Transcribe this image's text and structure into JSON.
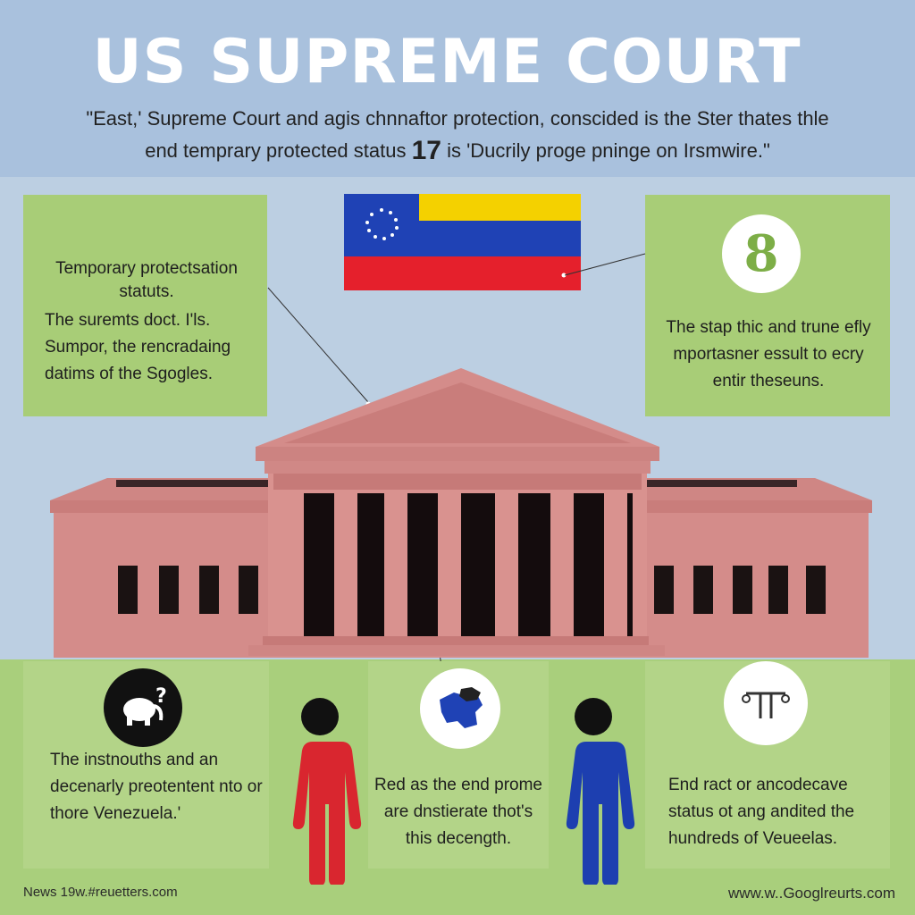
{
  "header": {
    "title": "US SUPREME COURT",
    "subtitle_line1": "\"East,' Supreme Court and agis chnnaftor protection, conscided is the Ster thates thle",
    "subtitle_line2_pre": "end temprary protected status",
    "subtitle_line2_num": "17",
    "subtitle_line2_post": "is 'Ducrily proge pninge  on Irsmwire.\""
  },
  "cards": {
    "top_left": {
      "heading": "Temporary protectsation statuts.",
      "body": "The suremts doct. I'ls. Sumpor, the rencradaing datims of the Sgogles."
    },
    "top_right": {
      "badge": "8",
      "body": "The stap thic and trune efly mportasner essult to ecry entir theseuns."
    },
    "bottom_left": {
      "body": "The instnouths and an decenarly preotentent nto or thore Venezuela.'"
    },
    "bottom_middle": {
      "body": "Red as the end prome are dnstierate thot's this decength."
    },
    "bottom_right": {
      "body": "End ract or ancodecave status ot ang andited the hundreds of Veueelas."
    }
  },
  "icons": {
    "elephant": "elephant-question-icon",
    "map": "venezuela-map-icon",
    "scale": "scale-icon",
    "person_red": "person-figure-red",
    "person_blue": "person-figure-blue",
    "flag": "venezuela-flag"
  },
  "colors": {
    "header_bg": "#a9c1dd",
    "mid_bg": "#bccfe2",
    "green_card": "#a8cd77",
    "building": "#d48c8a",
    "person_red": "#d9262f",
    "person_blue": "#1d3fb0",
    "flag_yellow": "#f4d100",
    "flag_blue": "#1f42b5",
    "flag_red": "#e5202c"
  },
  "footer": {
    "left": "News 19w.#reuetters.com",
    "right": "www.w..Googlreurts.com"
  }
}
